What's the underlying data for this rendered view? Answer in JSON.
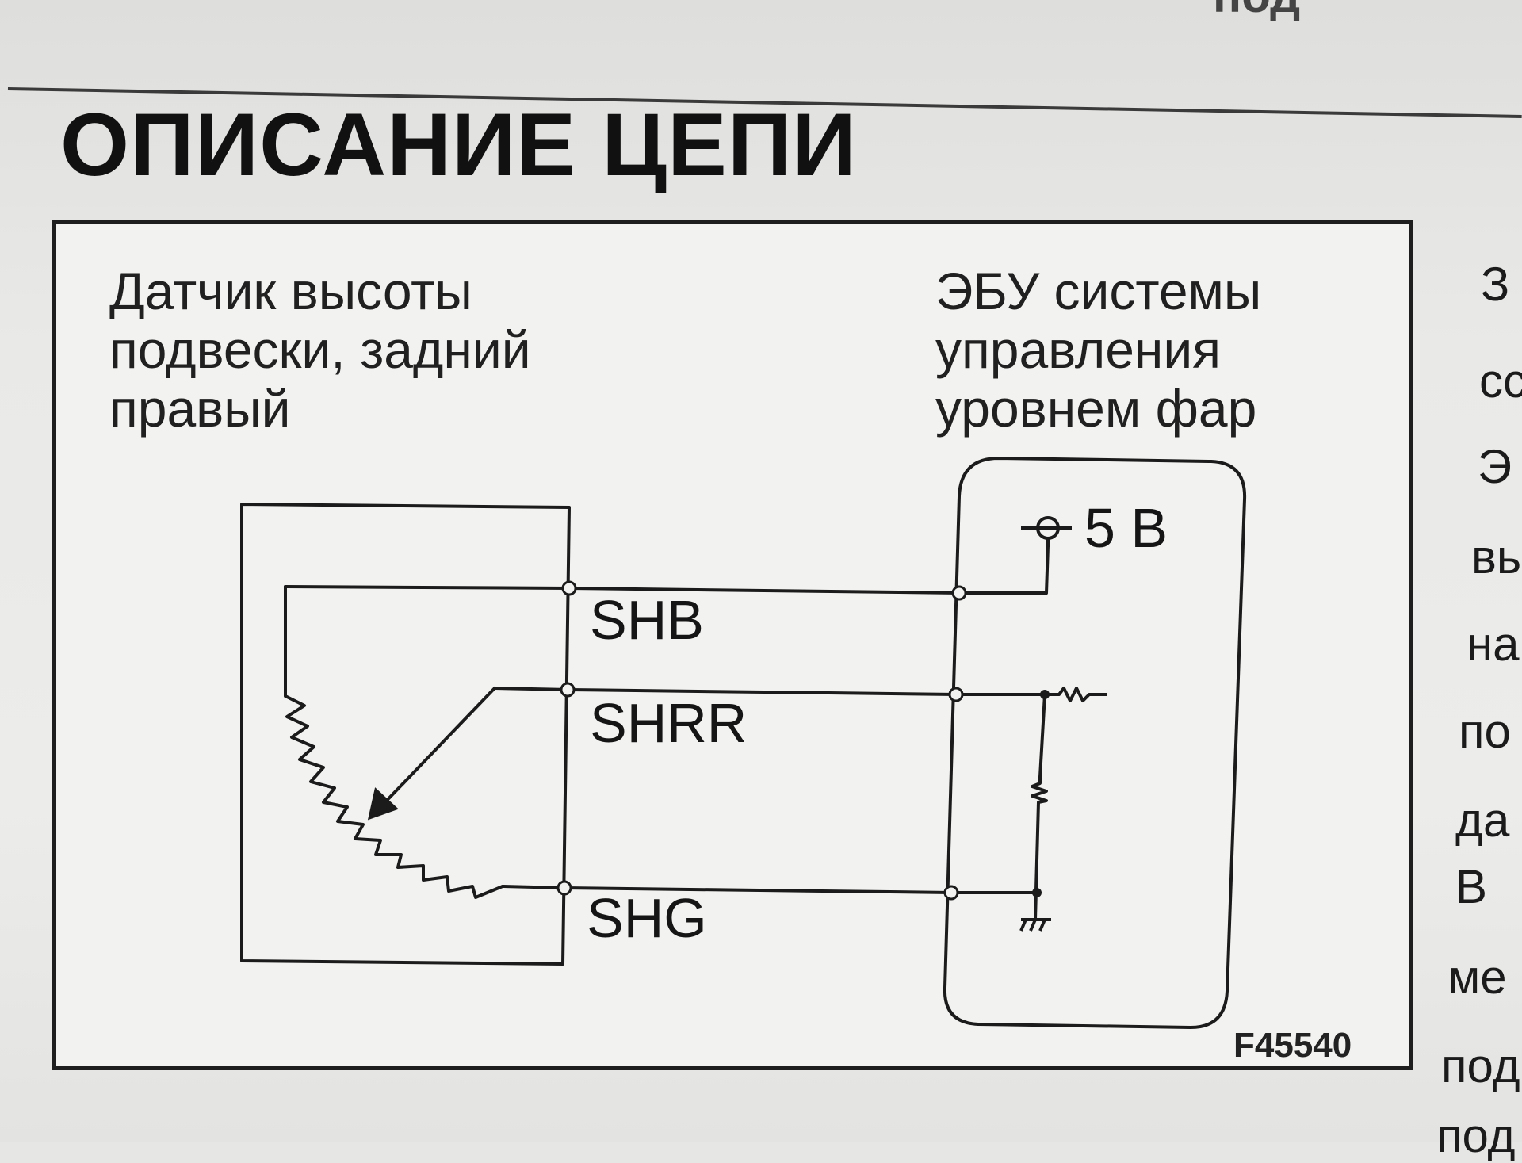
{
  "page": {
    "top_fragment": "под",
    "section_title": "ОПИСАНИЕ ЦЕПИ"
  },
  "diagram": {
    "sensor_label": [
      "Датчик высоты",
      "подвески, задний",
      "правый"
    ],
    "ecu_label": [
      "ЭБУ системы",
      "управления",
      "уровнем фар"
    ],
    "terminals": {
      "shb": "SHB",
      "shrr": "SHRR",
      "shg": "SHG"
    },
    "supply_voltage": "5 В",
    "figure_id": "F45540"
  },
  "side_text": [
    "З",
    "сс",
    "Э",
    "вь",
    "на",
    "по",
    "да",
    "В",
    "ме",
    "под",
    "под"
  ]
}
